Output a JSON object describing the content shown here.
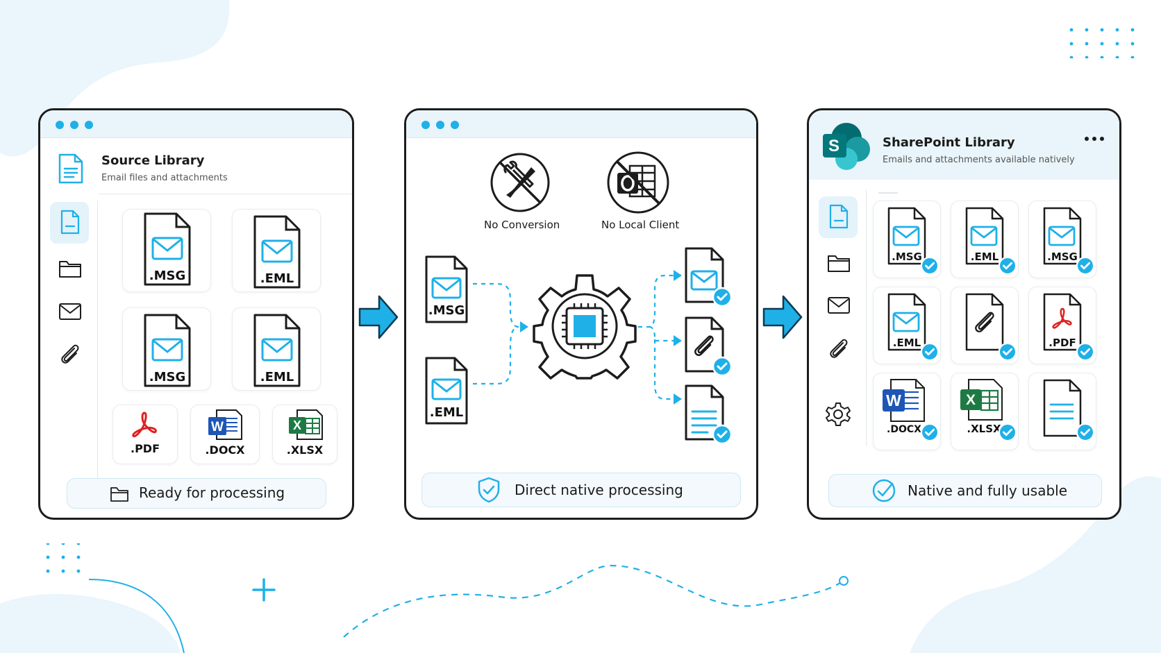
{
  "colors": {
    "accent": "#1fb0e8",
    "outline": "#1c1c1c",
    "panel_tint": "#eaf5fb",
    "word": "#1e56b5",
    "excel": "#1e7a45",
    "pdf": "#e02020",
    "sharepoint": "#038387"
  },
  "source": {
    "title": "Source Library",
    "subtitle": "Email files and attachments",
    "sidebar_icons": [
      "document-icon",
      "folder-icon",
      "mail-icon",
      "paperclip-icon"
    ],
    "files": [
      ".MSG",
      ".EML",
      ".MSG",
      ".EML"
    ],
    "attachments": [
      ".PDF",
      ".DOCX",
      ".XLSX"
    ],
    "status": "Ready for processing"
  },
  "process": {
    "features": [
      "No Conversion",
      "No Local Client"
    ],
    "inputs": [
      ".MSG",
      ".EML"
    ],
    "outputs": [
      "mail-icon",
      "paperclip-icon",
      "document-icon"
    ],
    "status": "Direct native processing"
  },
  "sharepoint": {
    "logo_letter": "S",
    "title": "SharePoint Library",
    "subtitle": "Emails and attachments available natively",
    "sidebar_icons": [
      "document-icon",
      "folder-icon",
      "mail-icon",
      "paperclip-icon",
      "gear-icon"
    ],
    "files": [
      ".MSG",
      ".EML",
      ".MSG",
      ".EML",
      "",
      ".PDF",
      ".DOCX",
      ".XLSX",
      ""
    ],
    "status": "Native and fully usable"
  }
}
